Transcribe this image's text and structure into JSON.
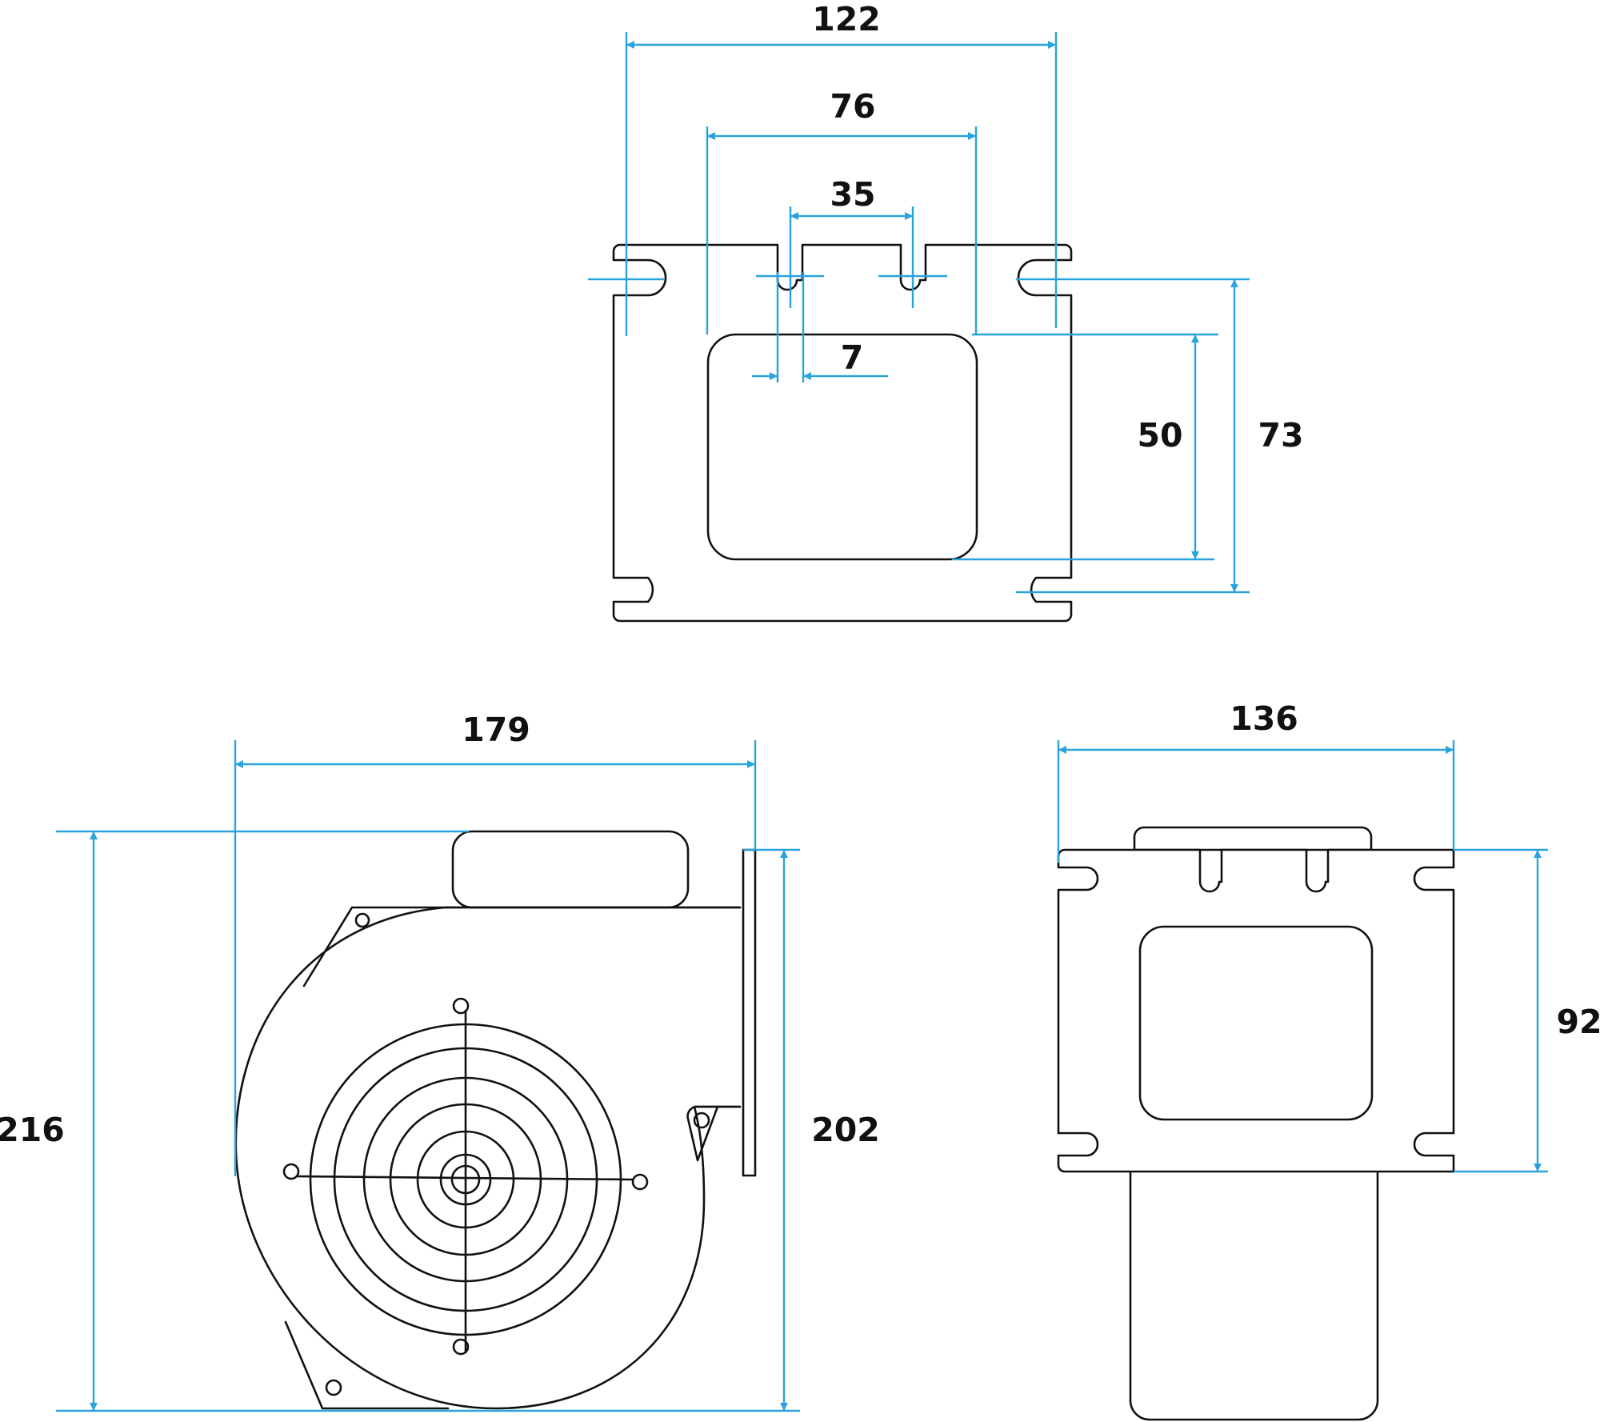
{
  "colors": {
    "dimension_line": "#2aa3dc",
    "outline": "#111111",
    "background": "#ffffff"
  },
  "top_view": {
    "width_label": "122",
    "outlet_width_label": "76",
    "slot_spacing_label": "35",
    "slot_width_label": "7",
    "outlet_height_label": "50",
    "mount_spacing_label": "73"
  },
  "side_view": {
    "width_label": "179",
    "height_label": "216",
    "flange_height_label": "202"
  },
  "front_view": {
    "width_label": "136",
    "flange_height_label": "92"
  }
}
